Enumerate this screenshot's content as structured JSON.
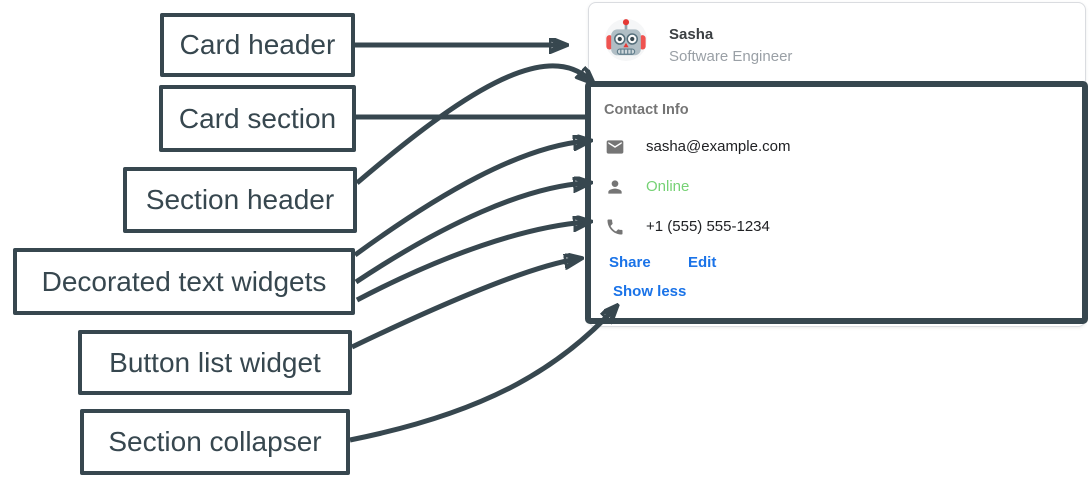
{
  "diagram": {
    "labels": [
      {
        "id": "card-header",
        "text": "Card header"
      },
      {
        "id": "card-section",
        "text": "Card section"
      },
      {
        "id": "section-header",
        "text": "Section header"
      },
      {
        "id": "decorated-text-widgets",
        "text": "Decorated text widgets"
      },
      {
        "id": "button-list-widget",
        "text": "Button list widget"
      },
      {
        "id": "section-collapser",
        "text": "Section collapser"
      }
    ]
  },
  "card": {
    "header": {
      "avatar_icon": "robot-icon",
      "name": "Sasha",
      "subtitle": "Software Engineer"
    },
    "section": {
      "title": "Contact Info",
      "rows": [
        {
          "icon": "email-icon",
          "text": "sasha@example.com"
        },
        {
          "icon": "person-icon",
          "text": "Online"
        },
        {
          "icon": "phone-icon",
          "text": "+1 (555) 555-1234"
        }
      ],
      "buttons": [
        {
          "label": "Share"
        },
        {
          "label": "Edit"
        }
      ],
      "collapser_label": "Show less"
    }
  },
  "colors": {
    "annotation_dark": "#37474f",
    "link_blue": "#1a73e8",
    "online_green": "#76d275",
    "icon_gray": "#757575",
    "card_border": "#dadce0"
  }
}
